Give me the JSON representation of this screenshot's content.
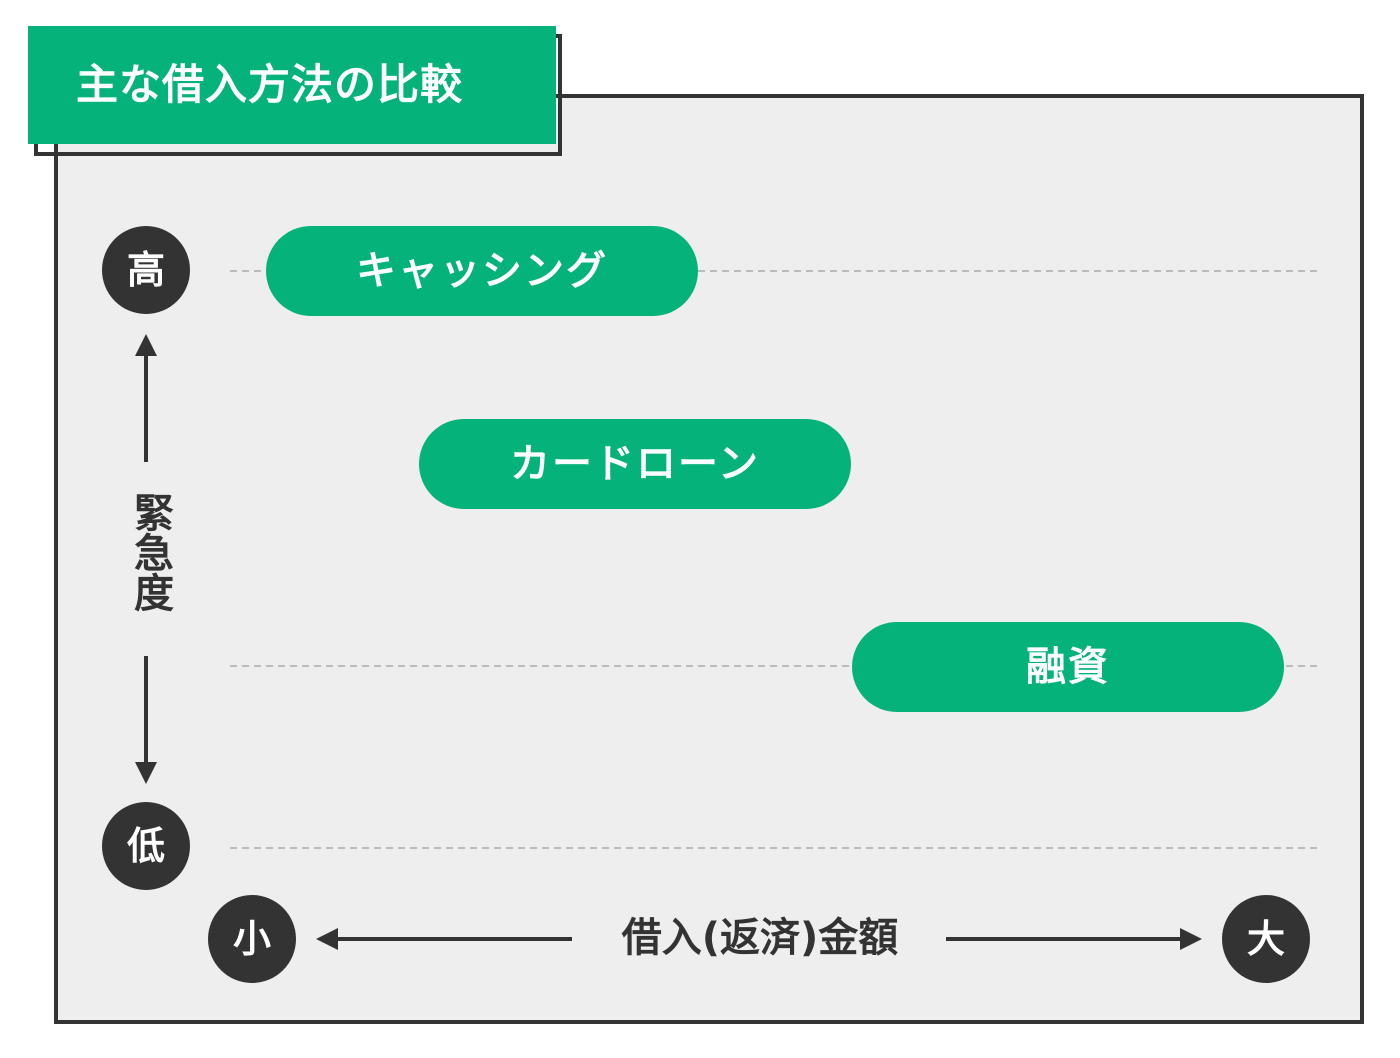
{
  "title": "主な借入方法の比較",
  "y_axis": {
    "label": "緊急度",
    "high": "高",
    "low": "低"
  },
  "x_axis": {
    "label": "借入(返済)金額",
    "small": "小",
    "large": "大"
  },
  "items": [
    {
      "label": "キャッシング"
    },
    {
      "label": "カードローン"
    },
    {
      "label": "融資"
    }
  ],
  "colors": {
    "accent": "#05b27a",
    "dark": "#333333",
    "panel": "#eeeeee",
    "text_on_accent": "#ffffff"
  }
}
